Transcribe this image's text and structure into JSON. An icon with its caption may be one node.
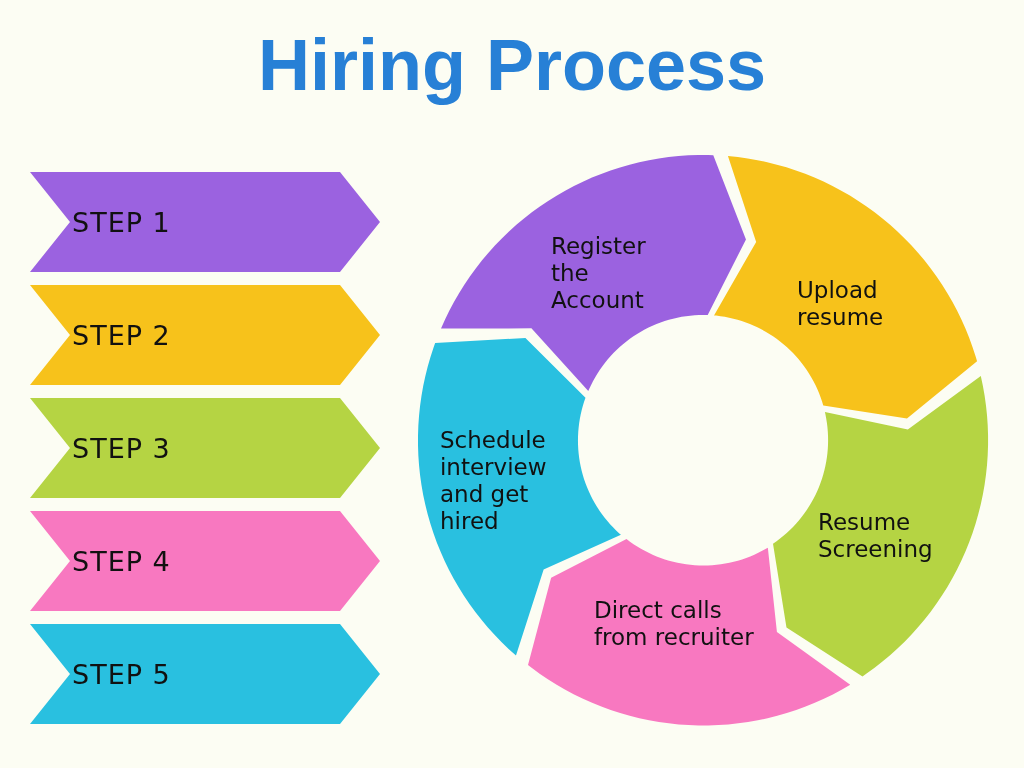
{
  "diagram": {
    "title": "Hiring Process",
    "nodes": [
      {
        "text": [
          "STEP 1"
        ]
      },
      {
        "text": [
          "STEP 2"
        ]
      },
      {
        "text": [
          "STEP 3"
        ]
      },
      {
        "text": [
          "STEP 4"
        ]
      },
      {
        "text": [
          "STEP 5"
        ]
      },
      {
        "text": [
          "Register the Account"
        ]
      },
      {
        "text": [
          "Upload resume"
        ]
      },
      {
        "text": [
          "Resume Screening"
        ]
      },
      {
        "text": [
          "Direct calls from recruiter"
        ]
      },
      {
        "text": [
          "Schedule interview and get hired"
        ]
      }
    ]
  }
}
